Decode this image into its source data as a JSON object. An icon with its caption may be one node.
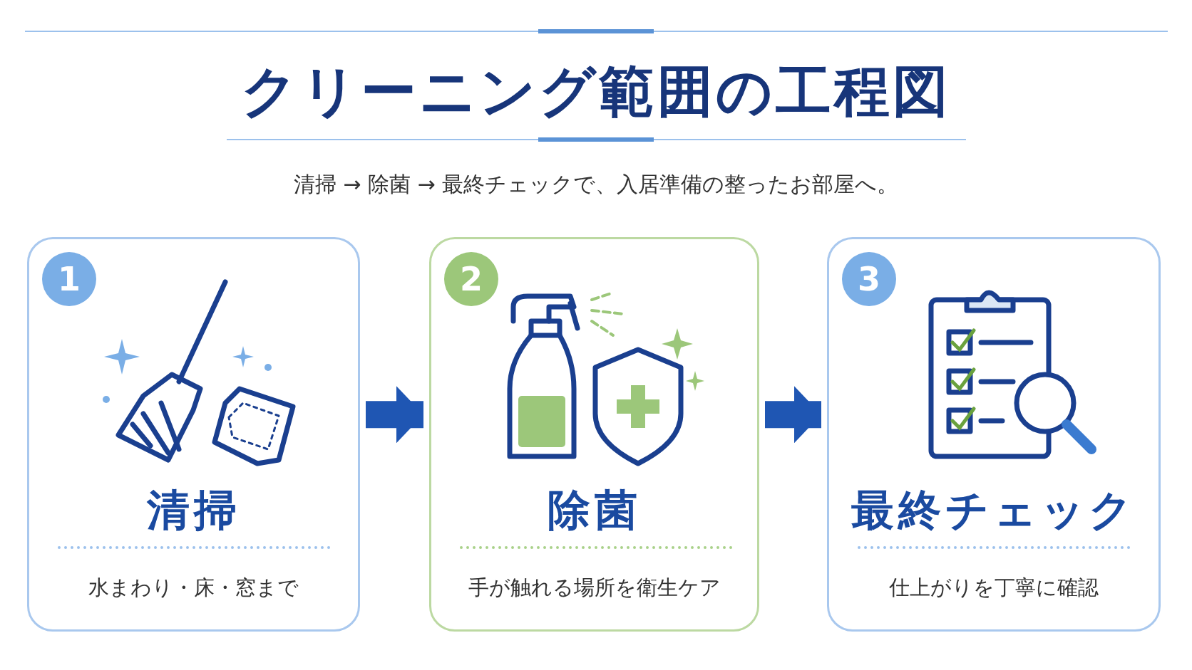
{
  "diagram": {
    "title": "クリーニング範囲の工程図",
    "nodes": [
      {
        "text": [
          "清掃",
          "水まわり・床・窓まで"
        ]
      },
      {
        "text": [
          "1"
        ],
        "in": 0
      },
      {
        "text": [
          "除菌",
          "手が触れる場所を衛生ケア"
        ]
      },
      {
        "text": [
          "2"
        ],
        "in": 2
      },
      {
        "text": [
          "最終チェック",
          "仕上がりを丁寧に確認"
        ]
      },
      {
        "text": [
          "3"
        ],
        "in": 4
      }
    ],
    "edges": [
      {
        "from": 0,
        "to": 2,
        "arrow": "to"
      },
      {
        "from": 2,
        "to": 4,
        "arrow": "to"
      }
    ],
    "labels": [
      "清掃 → 除菌 → 最終チェックで、入居準備の整ったお部屋へ。"
    ]
  }
}
